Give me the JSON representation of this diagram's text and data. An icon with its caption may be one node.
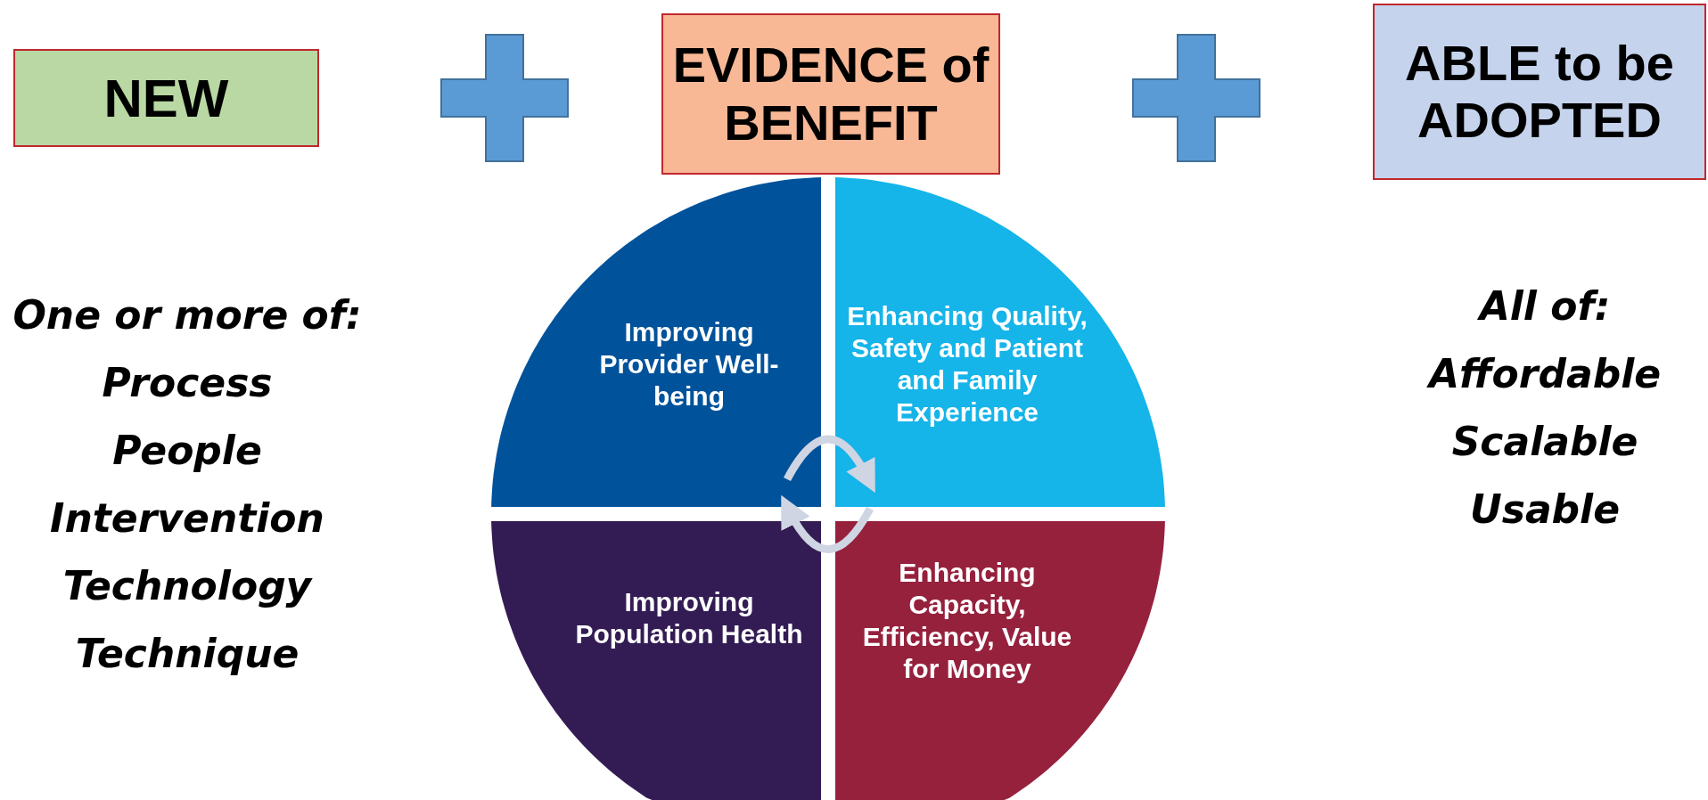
{
  "diagram": {
    "nodes": [
      {
        "text": [
          "NEW"
        ],
        "beside": [
          "One or more of:",
          "Process",
          "People",
          "Intervention",
          "Technology",
          "Technique"
        ]
      },
      {
        "text": [
          "EVIDENCE of BENEFIT"
        ]
      },
      {
        "text": [
          "ABLE to be ADOPTED"
        ],
        "beside": [
          "All of:",
          "Affordable",
          "Scalable",
          "Usable"
        ]
      },
      {
        "text": [
          "Improving Provider Well-being"
        ]
      },
      {
        "text": [
          "Enhancing Quality, Safety and Patient and Family Experience"
        ]
      },
      {
        "text": [
          "Improving Population Health"
        ]
      },
      {
        "text": [
          "Enhancing Capacity, Efficiency, Value for Money"
        ]
      }
    ],
    "edges": [
      {
        "from": 3,
        "to": 4,
        "arrow": "to"
      },
      {
        "from": 6,
        "to": 5,
        "arrow": "to"
      }
    ]
  }
}
